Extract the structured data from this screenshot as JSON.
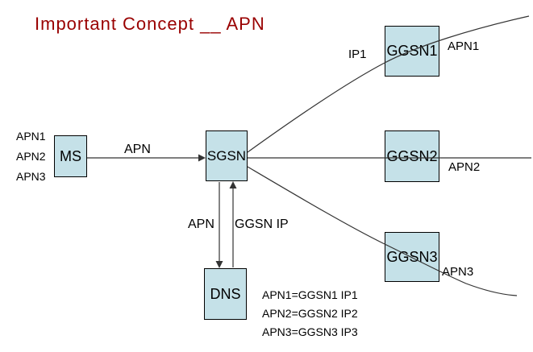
{
  "title": "Important Concept __ APN",
  "colors": {
    "title-color": "#990000",
    "box-fill": "#C5E1E8",
    "box-border": "#000000",
    "line-color": "#333333",
    "text-color": "#000000"
  },
  "nodes": {
    "ms": "MS",
    "sgsn": "SGSN",
    "dns": "DNS",
    "ggsn1": "GGSN1",
    "ggsn2": "GGSN2",
    "ggsn3": "GGSN3"
  },
  "labels": {
    "ms_apns": [
      "APN1",
      "APN2",
      "APN3"
    ],
    "ms_to_sgsn": "APN",
    "ip1": "IP1",
    "sgsn_to_dns": "APN",
    "dns_to_sgsn": "GGSN IP",
    "ggsn1_apn": "APN1",
    "ggsn2_apn": "APN2",
    "ggsn3_apn": "APN3"
  },
  "dns_mappings": [
    "APN1=GGSN1 IP1",
    "APN2=GGSN2 IP2",
    "APN3=GGSN3 IP3"
  ]
}
